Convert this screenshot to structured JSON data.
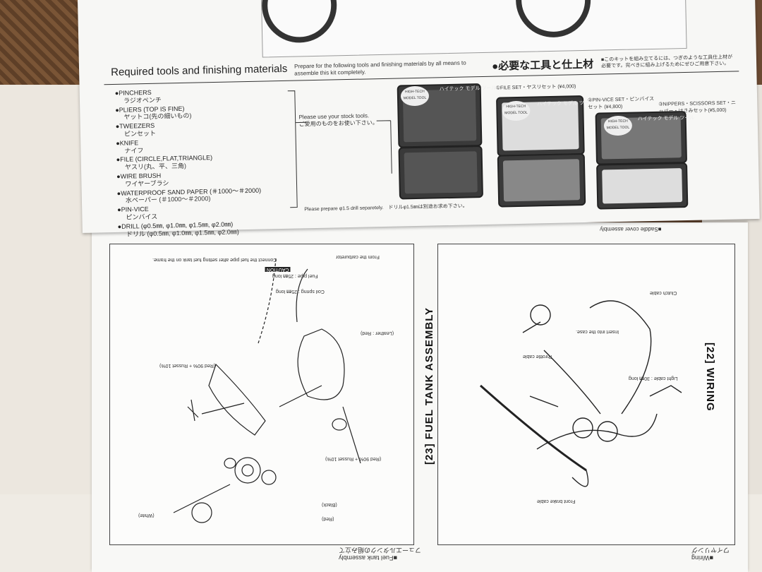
{
  "tools_header": {
    "title_en": "Required tools and finishing materials",
    "note_en": "Prepare for the following tools and finishing materials by all means to assemble this kit completely.",
    "title_jp": "●必要な工具と仕上材",
    "note_jp": "■このキットを組み立てるには、つぎのような工具仕上材が必要です。完べきに組み上げるためにぜひご用意下さい。"
  },
  "tools": [
    {
      "en": "●PINCHERS",
      "jp": "ラジオペンチ"
    },
    {
      "en": "●PLIERS (TOP IS FINE)",
      "jp": "ヤットコ(先の細いもの)"
    },
    {
      "en": "●TWEEZERS",
      "jp": "ピンセット"
    },
    {
      "en": "●KNIFE",
      "jp": "ナイフ"
    },
    {
      "en": "●FILE (CIRCLE,FLAT,TRIANGLE)",
      "jp": "ヤスリ(丸、平、三角)"
    },
    {
      "en": "●WIRE BRUSH",
      "jp": "ワイヤーブラシ"
    },
    {
      "en": "●WATERPROOF SAND PAPER (＃1000～＃2000)",
      "jp": "水ペーパー (＃1000～＃2000)"
    },
    {
      "en": "●PIN-VICE",
      "jp": "ピンバイス"
    },
    {
      "en": "●DRILL (φ0.5㎜, φ1.0㎜, φ1.5㎜, φ2.0㎜)",
      "jp": "ドリル (φ0.5㎜, φ1.0㎜, φ1.5㎜, φ2.0㎜)"
    }
  ],
  "stock_note": {
    "en": "Please use your stock tools.",
    "jp": "ご愛用のものをお使い下さい。"
  },
  "drill_note": "Please prepare φ1.5 drill separetely.　ドリルφ1.5㎜は別途お求め下さい。",
  "tool_sets": {
    "badge": "HIGH-TECH MODEL TOOL",
    "brand": "ハイテック モデル ツール",
    "file_set": "①FILE SET・ヤスリセット (¥4,000)",
    "pin_vice_set": "②PIN-VICE SET・ピンバイスセット (¥4,800)",
    "nippers_set": "③NIPPERS・SCISSORS SET・ニッパー・はさみセット(¥5,000)"
  },
  "fuel_tank": {
    "heading": "[23] FUEL TANK ASSEMBLY",
    "caption": "■Fuel tank assembly",
    "caption_jp": "フューエルタンクの組み立て",
    "caution": "CAUTION",
    "caution_text": "Connect the fuel pipe after setting fuel tank on the frame.",
    "fuel_pipe": "Fuel pipe : 25㎜ long",
    "coil_spring": "Coil spring : 25㎜ long",
    "carburetor": "From the carburetor",
    "leather": "(Leather : Red)",
    "red_mix": "(Red 90% + Russet 10%)",
    "black": "(Black)",
    "red": "(Red)",
    "white": "(White)"
  },
  "wiring": {
    "heading": "[22] WIRING",
    "caption": "■Wiring",
    "caption_jp": "ワイヤリング",
    "clutch_cable": "Clutch cable",
    "throttle_cable": "Throttle cable",
    "insert_case": "Insert into the case.",
    "light_cable": "Light cable : 30㎜ long",
    "front_brake": "Front brake cable",
    "saddle_cover": "■Saddle cover assembly"
  }
}
